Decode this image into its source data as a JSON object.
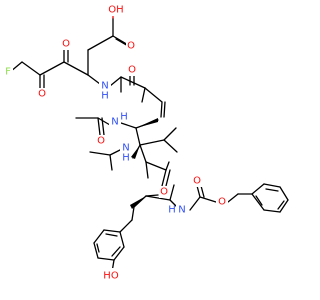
{
  "molecule": {
    "atom_labels": {
      "acid_oh": "OH",
      "acid_o": "O",
      "fluorine": "F",
      "ketone_o1": "O",
      "ketone_o2": "O",
      "nh1": "N",
      "nh1_h": "H",
      "amide_o1": "O",
      "nh2": "N",
      "nh2_h": "H",
      "amide_o2": "O",
      "nh3": "N",
      "nh3_h": "H",
      "amide_o3": "O",
      "nh4": "N",
      "nh4_h": "H",
      "carbamate_o": "O",
      "carbamate_o2": "O",
      "phenol_oh": "HO"
    },
    "colors": {
      "carbon_bond": "#000000",
      "oxygen": "#ff0d0d",
      "nitrogen": "#3050f8",
      "fluorine": "#90e050"
    }
  }
}
